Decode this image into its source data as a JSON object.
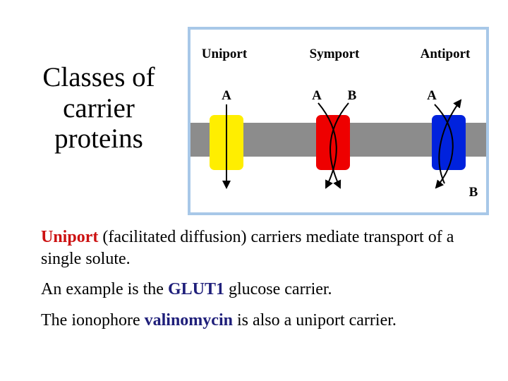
{
  "title": {
    "line1": "Classes of",
    "line2": "carrier",
    "line3": "proteins"
  },
  "diagram": {
    "headers": {
      "uniport": "Uniport",
      "symport": "Symport",
      "antiport": "Antiport"
    },
    "labels": {
      "uniport_a": "A",
      "symport_a": "A",
      "symport_b": "B",
      "antiport_a": "A",
      "antiport_b": "B"
    },
    "colors": {
      "frame": "#a8c8e8",
      "membrane": "#8c8c8c",
      "uniport_carrier": "#ffee00",
      "symport_carrier": "#ee0000",
      "antiport_carrier": "#0022dd"
    }
  },
  "text": {
    "p1_highlight": "Uniport",
    "p1_rest": " (facilitated diffusion) carriers mediate transport of a single solute.",
    "p2_pre": "An example is the ",
    "p2_highlight": "GLUT1",
    "p2_post": " glucose carrier.",
    "p3_pre": "The ionophore ",
    "p3_highlight": "valinomycin",
    "p3_post": " is also a uniport carrier."
  }
}
